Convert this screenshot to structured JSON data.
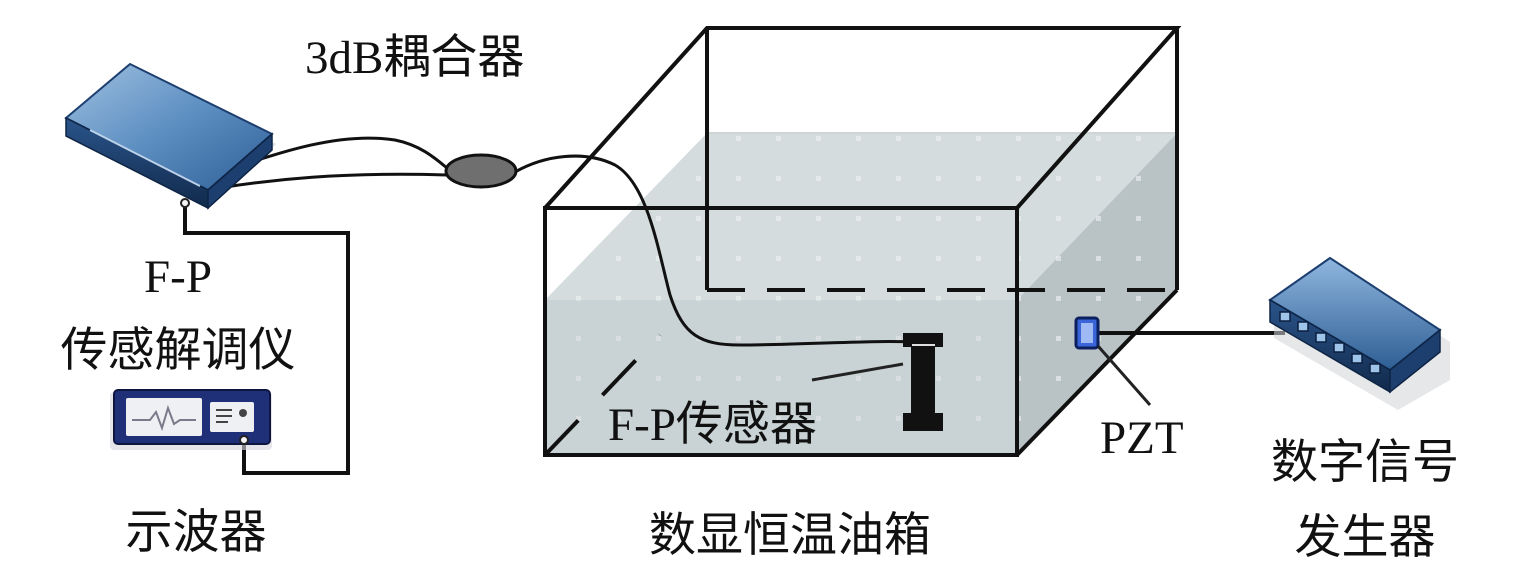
{
  "labels": {
    "coupler": "3dB耦合器",
    "demodulator_line1": "F-P",
    "demodulator_line2": "传感解调仪",
    "oscilloscope": "示波器",
    "oil_bath": "数显恒温油箱",
    "fp_sensor": "F-P传感器",
    "pzt": "PZT",
    "generator_line1": "数字信号",
    "generator_line2": "发生器"
  },
  "colors": {
    "ink": "#111111",
    "device_blue": "#3a6fa8",
    "device_dark": "#1d3f70",
    "oil": "#cdd6d8",
    "coupler": "#6f6f6f",
    "pzt": "#3a64d8"
  }
}
